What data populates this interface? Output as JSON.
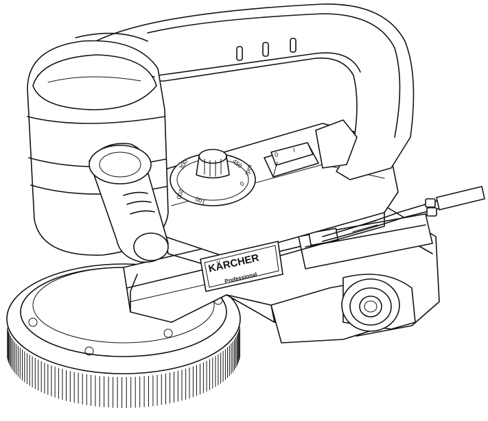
{
  "brand": {
    "name": "KÄRCHER",
    "subtitle": "Professional"
  },
  "speed_dial": {
    "labels": [
      "0",
      "100",
      "200",
      "300",
      "450",
      "rpm"
    ]
  },
  "switch": {
    "on_label": "I",
    "off_label": "0"
  },
  "colors": {
    "line": "#111111",
    "background": "#ffffff"
  }
}
